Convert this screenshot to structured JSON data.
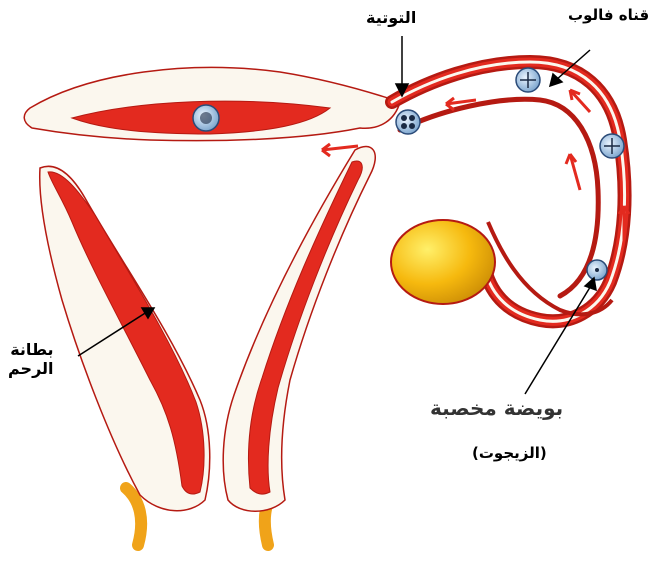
{
  "labels": {
    "morula": "التوتية",
    "fallopian_tube": "قناه فالوب",
    "endometrium_line1": "بطانة",
    "endometrium_line2": "الرحم",
    "zygote_line1": "بويضة مخصبة",
    "zygote_line2": "(الزيجوت)"
  },
  "colors": {
    "wall_red": "#e32a1f",
    "outline_red": "#b51a12",
    "tissue_cream": "#fbf7ee",
    "ovary_yellow": "#f6b90e",
    "cervix_orange": "#f0a319",
    "cell_blue": "#8ab4d8"
  }
}
